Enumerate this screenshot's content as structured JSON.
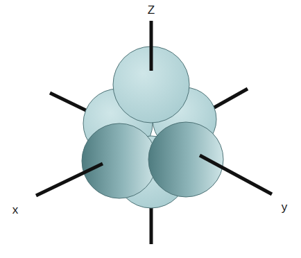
{
  "diagram": {
    "labels": [
      "Z",
      "x",
      "y"
    ]
  }
}
